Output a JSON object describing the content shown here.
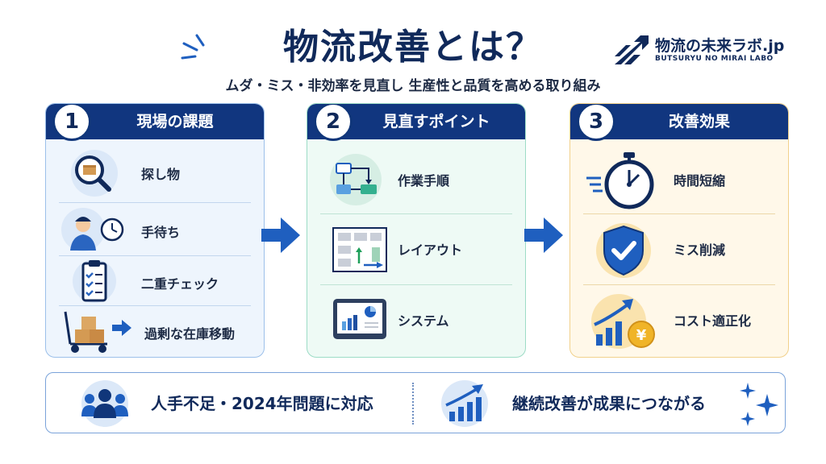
{
  "header": {
    "title": "物流改善とは？",
    "subtitle": "ムダ・ミス・非効率を見直し 生産性と品質を高める取り組み"
  },
  "brand": {
    "name": "物流の未来ラボ.jp",
    "sub": "BUTSURYU NO MIRAI LABO"
  },
  "panels": [
    {
      "number": "1",
      "title": "現場の課題",
      "items": [
        {
          "label": "探し物",
          "icon": "magnifier-box-icon"
        },
        {
          "label": "手待ち",
          "icon": "waiting-worker-clock-icon"
        },
        {
          "label": "二重チェック",
          "icon": "checklist-clipboard-icon"
        },
        {
          "label": "過剰な在庫移動",
          "icon": "cart-boxes-arrow-icon"
        }
      ]
    },
    {
      "number": "2",
      "title": "見直すポイント",
      "items": [
        {
          "label": "作業手順",
          "icon": "flowchart-icon"
        },
        {
          "label": "レイアウト",
          "icon": "floor-layout-icon"
        },
        {
          "label": "システム",
          "icon": "monitor-chart-icon"
        }
      ]
    },
    {
      "number": "3",
      "title": "改善効果",
      "items": [
        {
          "label": "時間短縮",
          "icon": "stopwatch-icon"
        },
        {
          "label": "ミス削減",
          "icon": "shield-check-icon"
        },
        {
          "label": "コスト適正化",
          "icon": "growth-yen-icon"
        }
      ]
    }
  ],
  "footer": {
    "left_text": "人手不足・2024年問題に対応",
    "right_text": "継続改善が成果につながる"
  },
  "colors": {
    "navy": "#11367f",
    "accent_blue": "#1f5fbf",
    "panel1_bg": "#eef5fd",
    "panel2_bg": "#eefaf5",
    "panel3_bg": "#fff8e9",
    "gold": "#f0b428"
  }
}
